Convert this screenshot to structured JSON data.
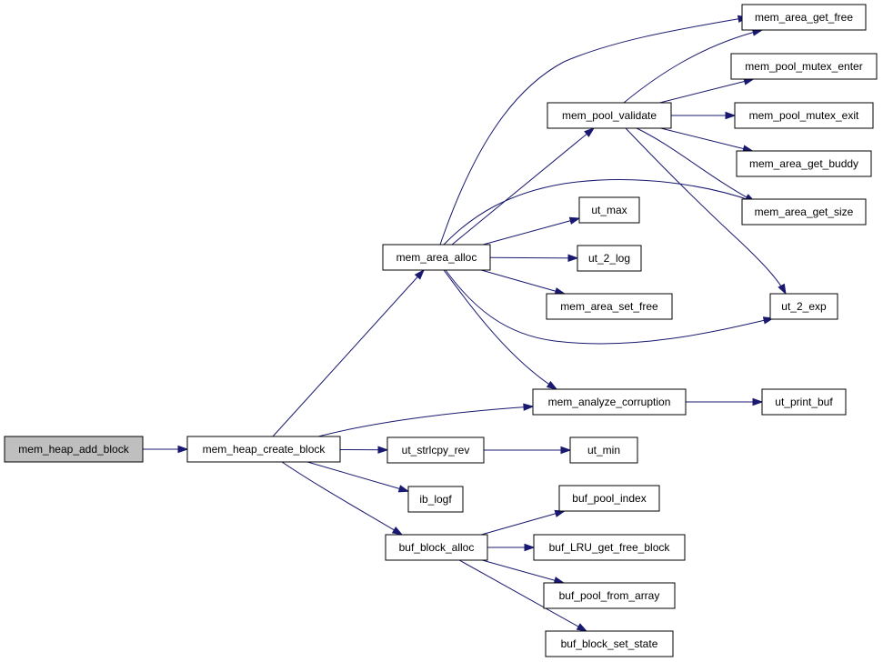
{
  "colors": {
    "edge": "#191970",
    "root_fill": "#bfbfbf",
    "node_fill": "#ffffff",
    "border": "#000000"
  },
  "nodes": {
    "mem_heap_add_block": "mem_heap_add_block",
    "mem_heap_create_block": "mem_heap_create_block",
    "mem_area_alloc": "mem_area_alloc",
    "mem_pool_validate": "mem_pool_validate",
    "mem_area_get_free": "mem_area_get_free",
    "mem_pool_mutex_enter": "mem_pool_mutex_enter",
    "mem_pool_mutex_exit": "mem_pool_mutex_exit",
    "mem_area_get_buddy": "mem_area_get_buddy",
    "mem_area_get_size": "mem_area_get_size",
    "ut_max": "ut_max",
    "ut_2_log": "ut_2_log",
    "mem_area_set_free": "mem_area_set_free",
    "ut_2_exp": "ut_2_exp",
    "mem_analyze_corruption": "mem_analyze_corruption",
    "ut_print_buf": "ut_print_buf",
    "ut_strlcpy_rev": "ut_strlcpy_rev",
    "ut_min": "ut_min",
    "ib_logf": "ib_logf",
    "buf_block_alloc": "buf_block_alloc",
    "buf_pool_index": "buf_pool_index",
    "buf_LRU_get_free_block": "buf_LRU_get_free_block",
    "buf_pool_from_array": "buf_pool_from_array",
    "buf_block_set_state": "buf_block_set_state"
  },
  "edges": [
    [
      "mem_heap_add_block",
      "mem_heap_create_block"
    ],
    [
      "mem_heap_create_block",
      "mem_area_alloc"
    ],
    [
      "mem_heap_create_block",
      "mem_analyze_corruption"
    ],
    [
      "mem_heap_create_block",
      "ut_strlcpy_rev"
    ],
    [
      "mem_heap_create_block",
      "ib_logf"
    ],
    [
      "mem_heap_create_block",
      "buf_block_alloc"
    ],
    [
      "mem_area_alloc",
      "mem_area_get_free"
    ],
    [
      "mem_area_alloc",
      "mem_pool_validate"
    ],
    [
      "mem_area_alloc",
      "mem_area_get_size"
    ],
    [
      "mem_area_alloc",
      "ut_max"
    ],
    [
      "mem_area_alloc",
      "ut_2_log"
    ],
    [
      "mem_area_alloc",
      "mem_area_set_free"
    ],
    [
      "mem_area_alloc",
      "ut_2_exp"
    ],
    [
      "mem_area_alloc",
      "mem_analyze_corruption"
    ],
    [
      "mem_pool_validate",
      "mem_area_get_free"
    ],
    [
      "mem_pool_validate",
      "mem_pool_mutex_enter"
    ],
    [
      "mem_pool_validate",
      "mem_pool_mutex_exit"
    ],
    [
      "mem_pool_validate",
      "mem_area_get_buddy"
    ],
    [
      "mem_pool_validate",
      "mem_area_get_size"
    ],
    [
      "mem_pool_validate",
      "ut_2_exp"
    ],
    [
      "mem_analyze_corruption",
      "ut_print_buf"
    ],
    [
      "ut_strlcpy_rev",
      "ut_min"
    ],
    [
      "buf_block_alloc",
      "buf_pool_index"
    ],
    [
      "buf_block_alloc",
      "buf_LRU_get_free_block"
    ],
    [
      "buf_block_alloc",
      "buf_pool_from_array"
    ],
    [
      "buf_block_alloc",
      "buf_block_set_state"
    ]
  ]
}
